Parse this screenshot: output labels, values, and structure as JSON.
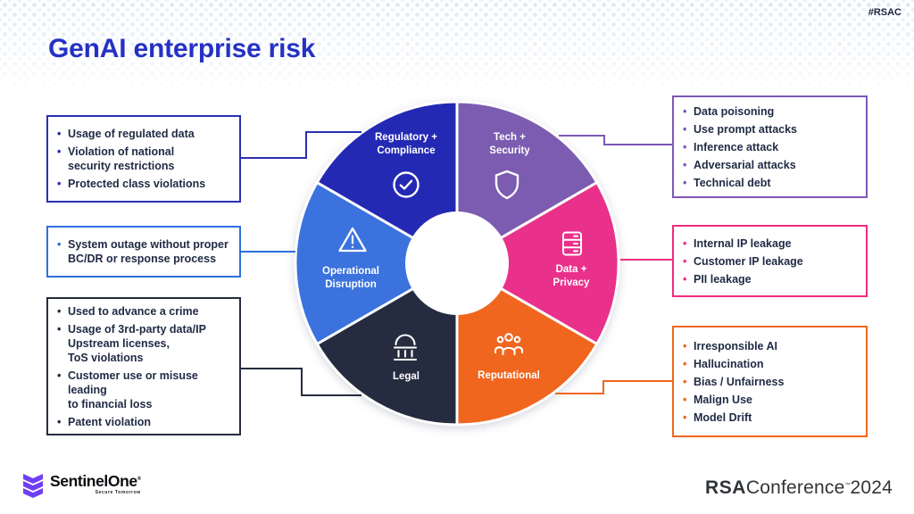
{
  "header": {
    "hashtag": "#RSAC",
    "title": "GenAI enterprise risk"
  },
  "donut": {
    "type": "donut-diagram",
    "segments": [
      {
        "name": "Tech + Security",
        "label": "Tech +\nSecurity",
        "color": "#7b5cb0",
        "icon": "shield-icon"
      },
      {
        "name": "Data + Privacy",
        "label": "Data +\nPrivacy",
        "color": "#e9318b",
        "icon": "database-icon"
      },
      {
        "name": "Reputational",
        "label": "Reputational",
        "color": "#f0661f",
        "icon": "people-icon"
      },
      {
        "name": "Legal",
        "label": "Legal",
        "color": "#262c3f",
        "icon": "bank-icon"
      },
      {
        "name": "Operational Disruption",
        "label": "Operational\nDisruption",
        "color": "#3b72dd",
        "icon": "warning-triangle-icon"
      },
      {
        "name": "Regulatory + Compliance",
        "label": "Regulatory +\nCompliance",
        "color": "#2429b4",
        "icon": "check-circle-icon"
      }
    ]
  },
  "callouts": {
    "left": [
      {
        "id": "regulatory-compliance",
        "accent": "#2a2fae",
        "items": [
          "Usage of regulated data",
          "Violation of national\nsecurity restrictions",
          "Protected class violations"
        ]
      },
      {
        "id": "operational-disruption",
        "accent": "#2e6fe0",
        "items": [
          "System outage without proper\nBC/DR or response process"
        ]
      },
      {
        "id": "legal",
        "accent": "#262c3f",
        "items": [
          "Used to advance a crime",
          "Usage of 3rd-party data/IP\nUpstream licenses,\nToS violations",
          "Customer use or misuse leading\nto financial loss",
          "Patent violation"
        ]
      }
    ],
    "right": [
      {
        "id": "tech-security",
        "accent": "#7d57b8",
        "items": [
          "Data poisoning",
          "Use prompt attacks",
          "Inference attack",
          "Adversarial attacks",
          "Technical debt"
        ]
      },
      {
        "id": "data-privacy",
        "accent": "#ee2d7e",
        "items": [
          "Internal IP leakage",
          "Customer IP leakage",
          "PII leakage"
        ]
      },
      {
        "id": "reputational",
        "accent": "#f0661f",
        "items": [
          "Irresponsible AI",
          "Hallucination",
          "Bias / Unfairness",
          "Malign Use",
          "Model Drift"
        ]
      }
    ]
  },
  "footer": {
    "brand": "SentinelOne",
    "brand_mark": "®",
    "brand_tagline": "Secure Tomorrow",
    "conference_brand": "RSA",
    "conference_word": "Conference",
    "conference_tm": "™",
    "conference_year": "2024"
  }
}
